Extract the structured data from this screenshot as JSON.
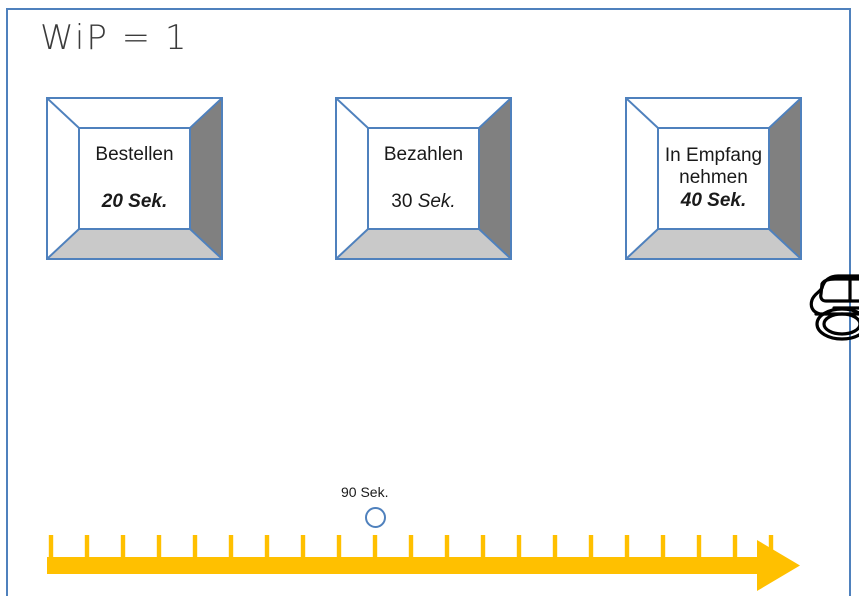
{
  "slide": {
    "title": "WiP = 1",
    "background_color": "#FFFFFF",
    "frame_color": "#4F81BD"
  },
  "process_boxes": [
    {
      "name": "bestellen",
      "label": "Bestellen",
      "time": "20 Sek.",
      "time_style": "bold-italic"
    },
    {
      "name": "bezahlen",
      "label": "Bezahlen",
      "time_number": "30 ",
      "time_unit": "Sek.",
      "time_style": "regular-number-italic-unit"
    },
    {
      "name": "in-empfang-nehmen",
      "label": "In Empfang\nnehmen",
      "time": "40 Sek.",
      "time_style": "bold-italic"
    }
  ],
  "vehicle": {
    "icon": "car-icon"
  },
  "timeline": {
    "arrow_color": "#FFC000",
    "tick_count": 21,
    "marker": {
      "label": "90 Sek.",
      "shape": "circle-outline",
      "color": "#4F81BD",
      "tick_index": 9
    }
  }
}
